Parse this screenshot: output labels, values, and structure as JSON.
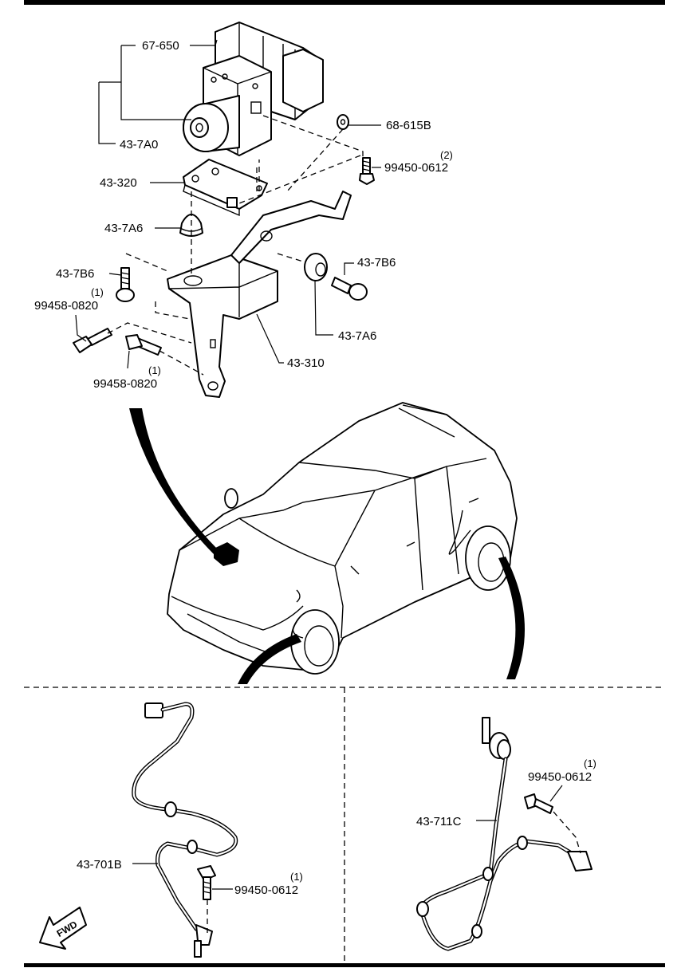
{
  "abs_unit": {
    "part_numbers": {
      "hydraulic_unit": "67-650",
      "actuator_assembly": "43-7A0",
      "upper_bracket": "43-320",
      "lower_bracket": "43-310",
      "clip_nut": "68-615B",
      "bolt_upper": "99450-0612",
      "bolt_upper_qty": "(2)",
      "rubber_mount_top": "43-7A6",
      "rubber_mount_side": "43-7A6",
      "spacer_left": "43-7B6",
      "spacer_right": "43-7B6",
      "bolt_left": "99458-0820",
      "bolt_left_qty": "(1)",
      "bolt_bottom": "99458-0820",
      "bolt_bottom_qty": "(1)"
    }
  },
  "front_sensor": {
    "part_number": "43-701B",
    "bolt": "99450-0612",
    "bolt_qty": "(1)",
    "direction_label": "FWD"
  },
  "rear_sensor": {
    "part_number": "43-711C",
    "bolt": "99450-0612",
    "bolt_qty": "(1)"
  }
}
